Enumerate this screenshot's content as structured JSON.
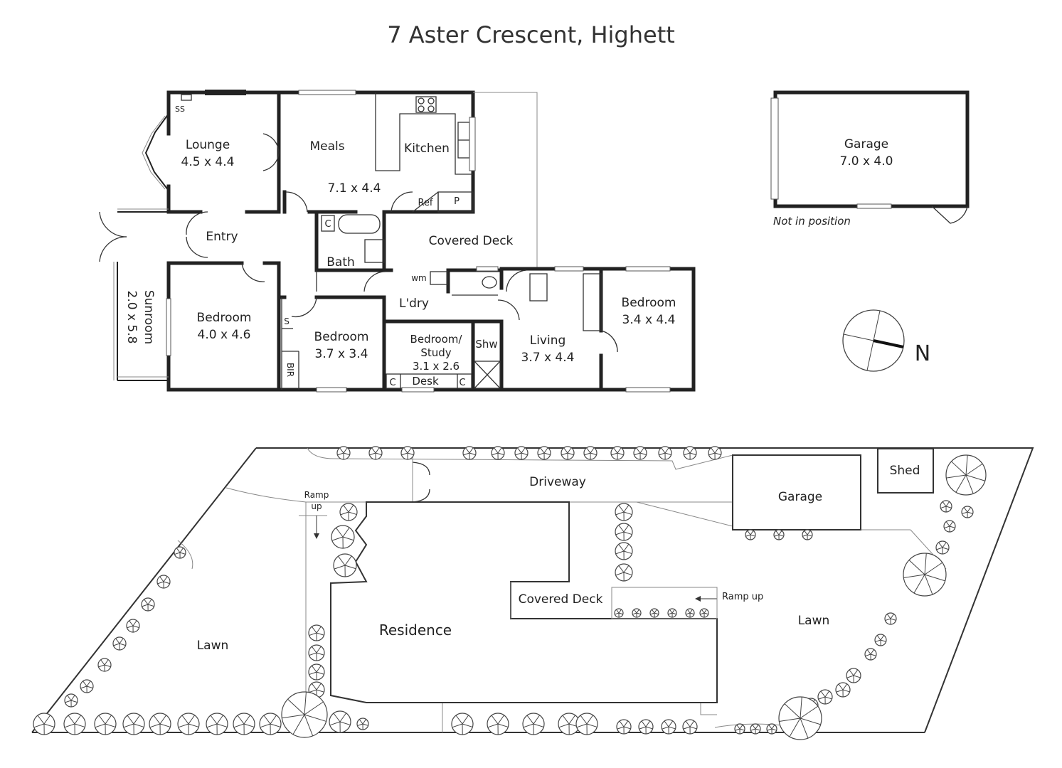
{
  "title": "7 Aster Crescent, Highett",
  "rooms": {
    "lounge": {
      "name": "Lounge",
      "size": "4.5 x 4.4"
    },
    "meals": {
      "name": "Meals",
      "size": "7.1 x 4.4"
    },
    "kitchen": {
      "name": "Kitchen"
    },
    "entry": {
      "name": "Entry"
    },
    "bath": {
      "name": "Bath"
    },
    "covered_deck": {
      "name": "Covered Deck"
    },
    "sunroom": {
      "name": "Sunroom",
      "size": "2.0 x 5.8"
    },
    "bedroom1": {
      "name": "Bedroom",
      "size": "4.0 x 4.6"
    },
    "bedroom2": {
      "name": "Bedroom",
      "size": "3.7 x 3.4"
    },
    "study": {
      "name1": "Bedroom/",
      "name2": "Study",
      "size": "3.1 x 2.6"
    },
    "laundry": {
      "name": "L'dry"
    },
    "living": {
      "name": "Living",
      "size": "3.7 x 4.4"
    },
    "bedroom3": {
      "name": "Bedroom",
      "size": "3.4 x 4.4"
    }
  },
  "small_labels": {
    "ss": "SS",
    "ref": "Ref",
    "p": "P",
    "c1": "C",
    "wm": "wm",
    "s": "S",
    "bir": "BIR",
    "shw": "Shw",
    "desk": "Desk",
    "c2": "C",
    "c3": "C"
  },
  "garage_plan": {
    "name": "Garage",
    "size": "7.0 x 4.0",
    "note": "Not in position"
  },
  "compass": {
    "label": "N"
  },
  "site": {
    "driveway": "Driveway",
    "garage": "Garage",
    "shed": "Shed",
    "ramp1_line1": "Ramp",
    "ramp1_line2": "up",
    "ramp2": "Ramp up",
    "residence": "Residence",
    "covered_deck": "Covered Deck",
    "lawn_left": "Lawn",
    "lawn_right": "Lawn"
  }
}
